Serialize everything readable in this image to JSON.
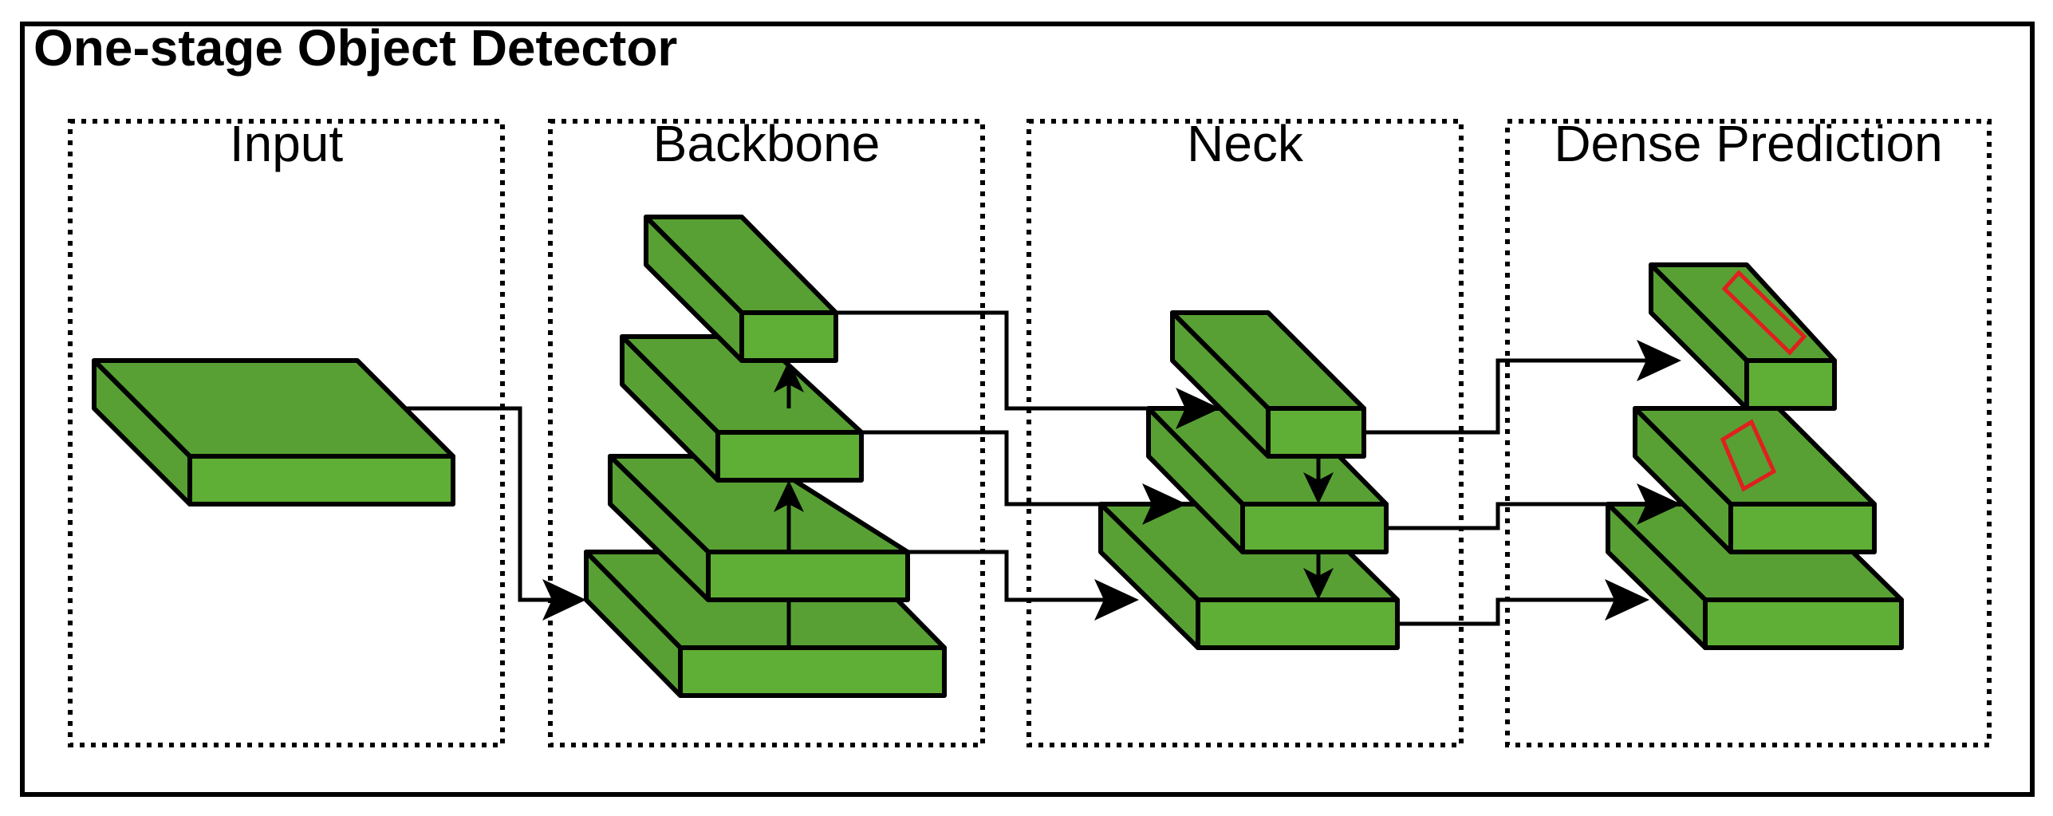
{
  "title": "One-stage Object Detector",
  "stages": [
    {
      "id": "input",
      "label": "Input"
    },
    {
      "id": "backbone",
      "label": "Backbone"
    },
    {
      "id": "neck",
      "label": "Neck"
    },
    {
      "id": "dense",
      "label": "Dense Prediction"
    }
  ],
  "colors": {
    "block_fill": "#58a034",
    "block_front": "#5fae35",
    "bbox": "#e0201e",
    "stroke": "#000000"
  }
}
